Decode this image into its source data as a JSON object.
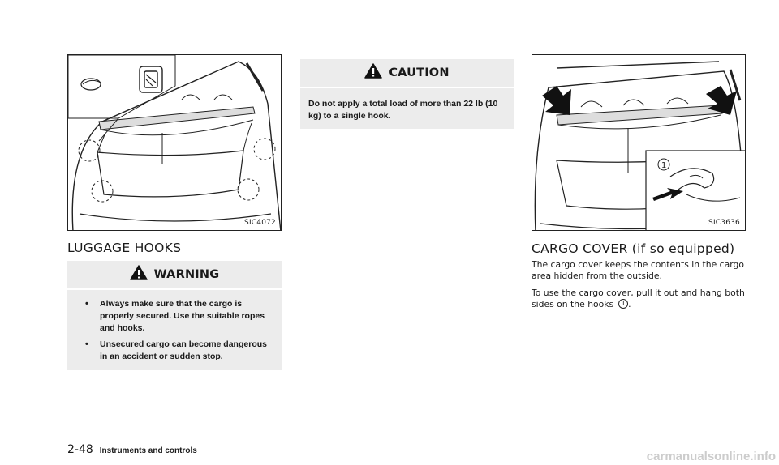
{
  "figures": {
    "left": {
      "code": "SIC4072"
    },
    "right": {
      "code": "SIC3636",
      "callout": "1"
    }
  },
  "sections": {
    "luggage_hooks": {
      "title": "LUGGAGE HOOKS"
    },
    "cargo_cover": {
      "title": "CARGO COVER (if so equipped)"
    }
  },
  "warning": {
    "title": "WARNING",
    "items": [
      "Always make sure that the cargo is properly secured. Use the suitable ropes and hooks.",
      "Unsecured cargo can become dangerous in an accident or sudden stop."
    ]
  },
  "caution": {
    "title": "CAUTION",
    "text": "Do not apply a total load of more than 22 lb (10 kg) to a single hook."
  },
  "cargo_text": {
    "para1": "The cargo cover keeps the contents in the cargo area hidden from the outside.",
    "para2": "To use the cargo cover, pull it out and hang both sides on the hooks",
    "para2_ref": "1",
    "para2_end": "."
  },
  "footer": {
    "page": "2-48",
    "label": "Instruments and controls"
  },
  "watermark": "carmanualsonline.info",
  "icons": [
    "warning-triangle-icon",
    "caution-triangle-icon",
    "arrow-icon"
  ],
  "colors": {
    "notice_bg": "#ececec",
    "ink": "#1a1a1a",
    "watermark": "#cccccc"
  }
}
